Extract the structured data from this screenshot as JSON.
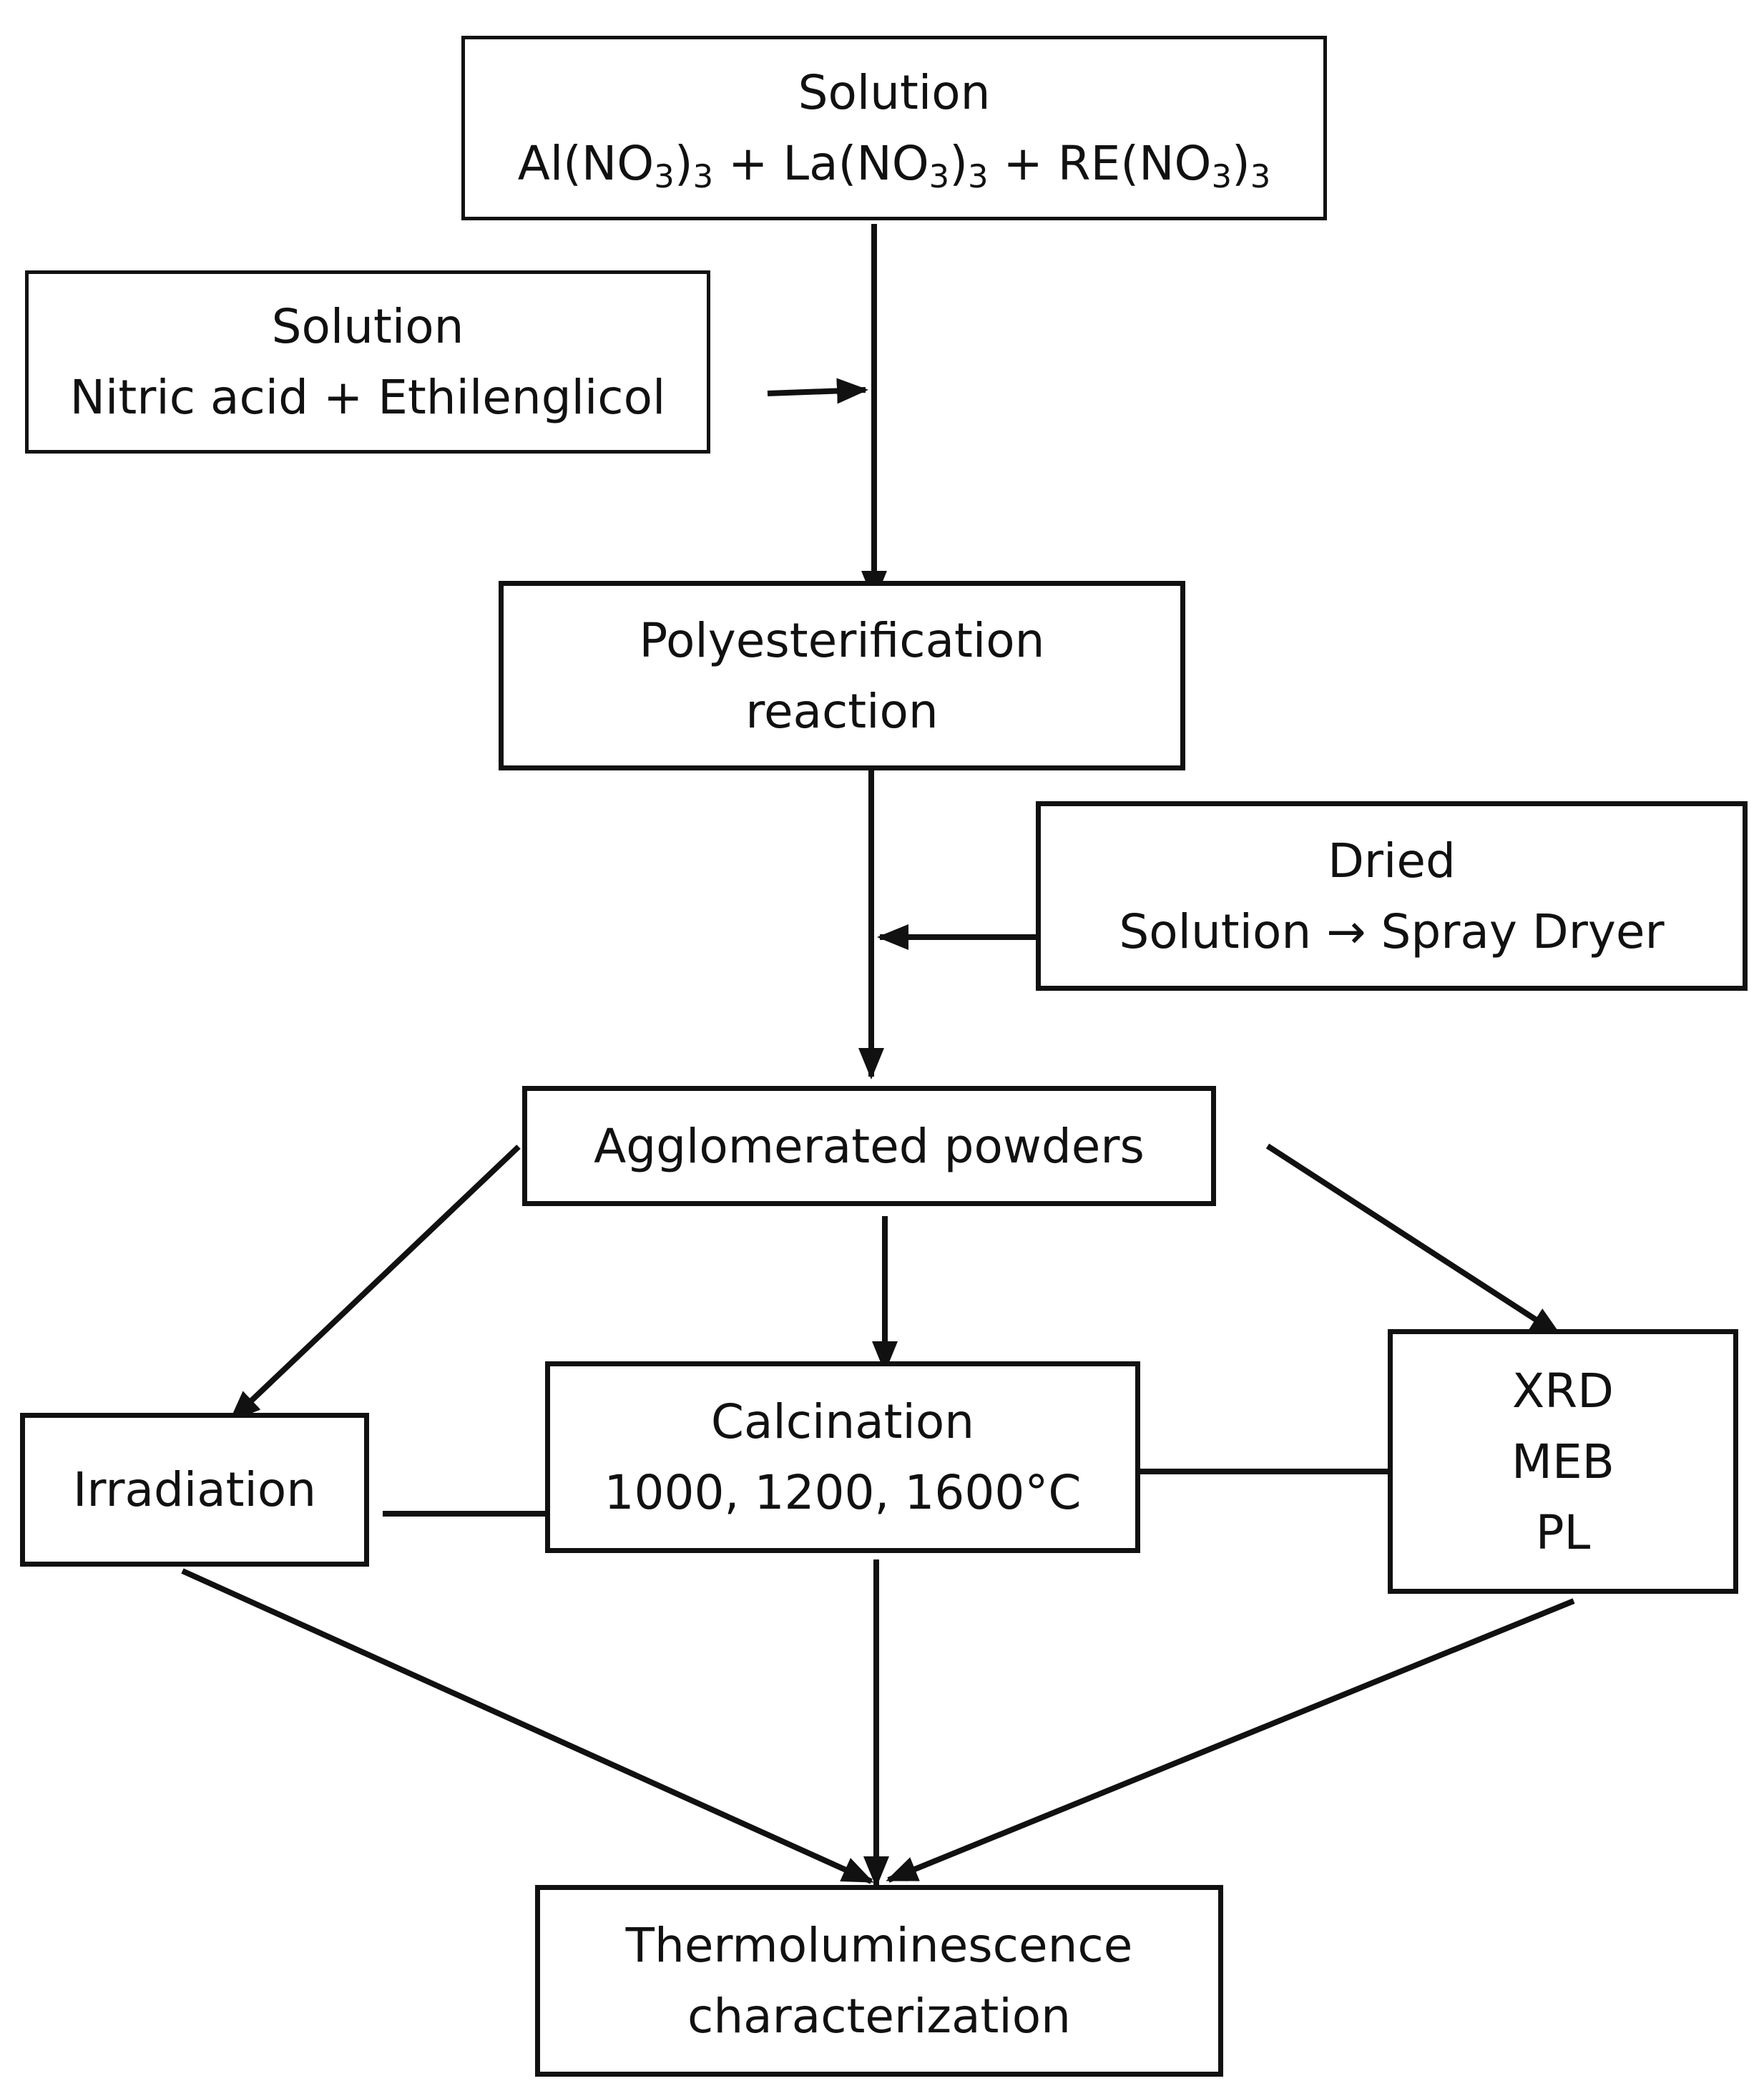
{
  "nodes": {
    "solution_top": {
      "title": "Solution",
      "formula": [
        {
          "text": "Al(NO"
        },
        {
          "sub": "3"
        },
        {
          "text": ")"
        },
        {
          "sub": "3"
        },
        {
          "text": " + La(NO"
        },
        {
          "sub": "3"
        },
        {
          "text": ")"
        },
        {
          "sub": "3"
        },
        {
          "text": " + RE(NO"
        },
        {
          "sub": "3"
        },
        {
          "text": ")"
        },
        {
          "sub": "3"
        }
      ]
    },
    "solution_acid": {
      "title": "Solution",
      "subtitle": "Nitric acid + Ethilenglicol"
    },
    "polyesterification": {
      "line1": "Polyesterification",
      "line2": "reaction"
    },
    "dried": {
      "line1": "Dried",
      "line2": "Solution → Spray Dryer"
    },
    "agglomerated": {
      "label": "Agglomerated powders"
    },
    "irradiation": {
      "label": "Irradiation"
    },
    "calcination": {
      "line1": "Calcination",
      "line2": "1000, 1200, 1600°C"
    },
    "analysis": {
      "line1": "XRD",
      "line2": "MEB",
      "line3": "PL"
    },
    "thermoluminescence": {
      "line1": "Thermoluminescence",
      "line2": "characterization"
    }
  },
  "colors": {
    "stroke": "#111111",
    "background": "#ffffff"
  }
}
